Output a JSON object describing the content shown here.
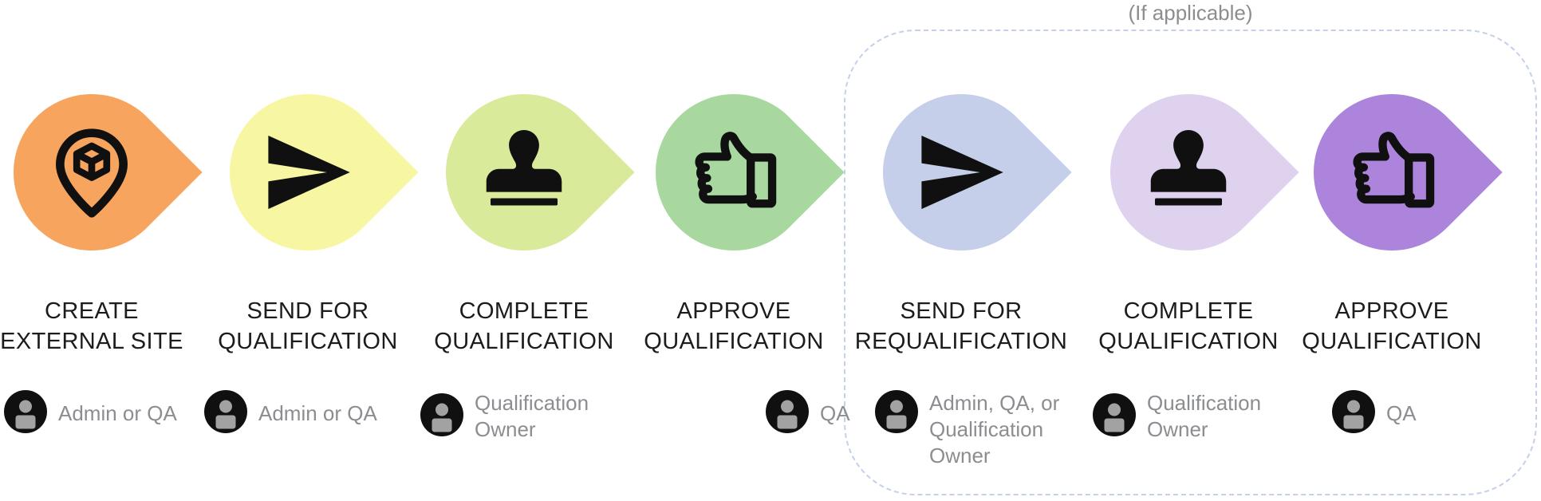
{
  "group": {
    "label": "(If applicable)",
    "border_color": "#c5d0ec"
  },
  "steps": [
    {
      "title_line1": "CREATE",
      "title_line2": "EXTERNAL SITE",
      "icon": "location-pin-box-icon",
      "color": "#F7A55E",
      "actor": "Admin or QA"
    },
    {
      "title_line1": "SEND FOR",
      "title_line2": "QUALIFICATION",
      "icon": "send-icon",
      "color": "#F7F7A3",
      "actor": "Admin or QA"
    },
    {
      "title_line1": "COMPLETE",
      "title_line2": "QUALIFICATION",
      "icon": "stamp-icon",
      "color": "#D9EA9B",
      "actor": "Qualification Owner"
    },
    {
      "title_line1": "APPROVE",
      "title_line2": "QUALIFICATION",
      "icon": "thumbs-up-icon",
      "color": "#A8D8A0",
      "actor": "QA"
    },
    {
      "title_line1": "SEND FOR",
      "title_line2": "REQUALIFICATION",
      "icon": "send-icon",
      "color": "#C6CFE9",
      "actor": "Admin, QA, or Qualification Owner"
    },
    {
      "title_line1": "COMPLETE",
      "title_line2": "QUALIFICATION",
      "icon": "stamp-icon",
      "color": "#DED2EE",
      "actor": "Qualification Owner"
    },
    {
      "title_line1": "APPROVE",
      "title_line2": "QUALIFICATION",
      "icon": "thumbs-up-icon",
      "color": "#AD84DC",
      "actor": "QA"
    }
  ],
  "icon_color": "#101010",
  "avatar": {
    "circle_color": "#101010",
    "person_color": "#a2a2a2"
  }
}
